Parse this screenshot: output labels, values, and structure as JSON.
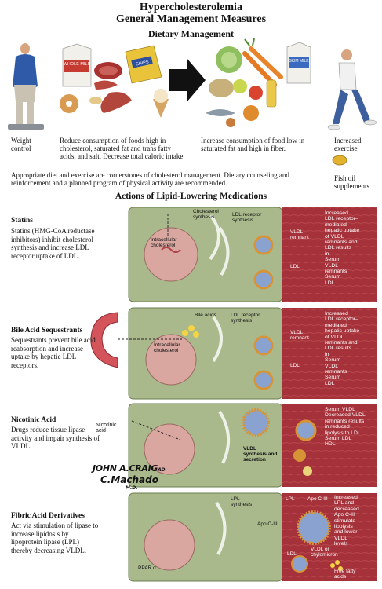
{
  "header": {
    "title_line1": "Hypercholesterolemia",
    "title_line2": "General Management Measures",
    "subtitle": "Dietary Management"
  },
  "dietary": {
    "weight_control": "Weight control",
    "reduce_text": "Reduce consumption of foods high in cholesterol, saturated fat and trans fatty acids, and salt. Decrease total caloric intake.",
    "increase_text": "Increase consumption of food low in saturated fat and high in fiber.",
    "exercise": "Increased exercise",
    "fish_oil": "Fish oil supplements",
    "note": "Appropriate diet and exercise are cornerstones of cholesterol management. Dietary counseling and reinforcement and a planned program of physical activity are recommended.",
    "packages": {
      "whole_milk": "WHOLE MILK",
      "chips": "CHIPS",
      "skim_milk": "SKIM MILK"
    }
  },
  "medications": {
    "heading": "Actions of Lipid-Lowering Medications",
    "statins": {
      "title": "Statins",
      "desc": "Statins (HMG-CoA reductase inhibitors) inhibit cholesterol synthesis and increase LDL receptor uptake of LDL.",
      "labels": {
        "chol_synth": "Cholesterol synthesis",
        "intracellular": "Intracellular cholesterol",
        "ldl_rec": "LDL receptor synthesis",
        "vldl_remnant": "VLDL remnant",
        "ldl": "LDL"
      },
      "right": [
        "Increased",
        "LDL receptor–",
        "mediated",
        "hepatic uptake",
        "of VLDL",
        "remnants and",
        "LDL results",
        "in",
        "Serum",
        "VLDL",
        "remnants",
        "Serum",
        "LDL"
      ]
    },
    "bile": {
      "title": "Bile Acid Sequestrants",
      "desc": "Sequestrants prevent bile acid reabsorption and increase uptake by hepatic LDL receptors.",
      "labels": {
        "bile_acids": "Bile acids",
        "intracellular": "Intracellular cholesterol",
        "ldl_rec": "LDL receptor synthesis",
        "vldl_remnant": "VLDL remnant",
        "ldl": "LDL"
      },
      "right": [
        "Increased",
        "LDL receptor–",
        "mediated",
        "hepatic uptake",
        "of VLDL",
        "remnants and",
        "LDL results",
        "in",
        "Serum",
        "VLDL",
        "remnants",
        "Serum",
        "LDL"
      ]
    },
    "niacin": {
      "title": "Nicotinic Acid",
      "desc": "Drugs reduce tissue lipase activity and impair synthesis of VLDL.",
      "labels": {
        "nicotinic": "Nicotinic acid",
        "vldl_synth": "VLDL synthesis and secretion"
      },
      "right": [
        "Serum VLDL",
        "Decreased VLDL",
        "remnants results",
        "in reduced",
        "lipolysis to LDL",
        "Serum LDL",
        "HDL"
      ]
    },
    "fibric": {
      "title": "Fibric Acid Derivatives",
      "desc": "Act via stimulation of lipase to increase lipidosis by lipoprotein lipase (LPL) thereby decreasing VLDL.",
      "labels": {
        "lpl_synth": "LPL synthesis",
        "ppar": "PPAR α",
        "lpl": "LPL",
        "apo": "Apo C-III",
        "apo2": "Apo C-III",
        "vldl_chylo": "VLDL or chylomicron",
        "ldl": "LDL",
        "ffa": "Free fatty acids"
      },
      "right": [
        "Increased",
        "LPL and",
        "decreased",
        "Apo C-III",
        "stimulate",
        "lipolysis",
        "and lower",
        "VLDL",
        "levels"
      ]
    }
  },
  "signature": {
    "line1": "JOHN A.CRAIG",
    "suffix1": "AD",
    "line2": "C.Machado",
    "suffix2": "M.D."
  },
  "colors": {
    "cell": "#a9b98c",
    "cell_dark": "#8fa06e",
    "vessel": "#a5323a",
    "vessel_light": "#c9555d",
    "nucleus": "#d9a7a0"
  }
}
